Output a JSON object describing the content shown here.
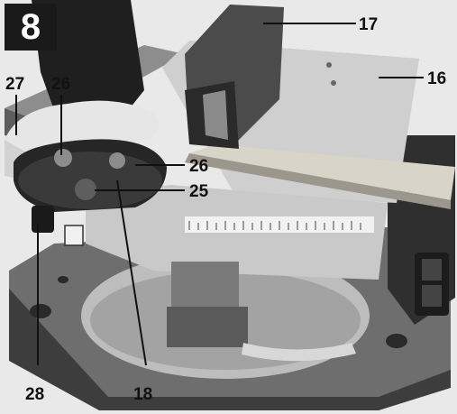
{
  "figure": {
    "number": "8",
    "callouts": [
      "17",
      "16",
      "27",
      "26",
      "26",
      "25",
      "28",
      "18"
    ]
  },
  "colors": {
    "background": "#ffffff",
    "saw_body": "#5a5a5a",
    "plate": "#c8c8c8",
    "label_text": "#111111"
  }
}
